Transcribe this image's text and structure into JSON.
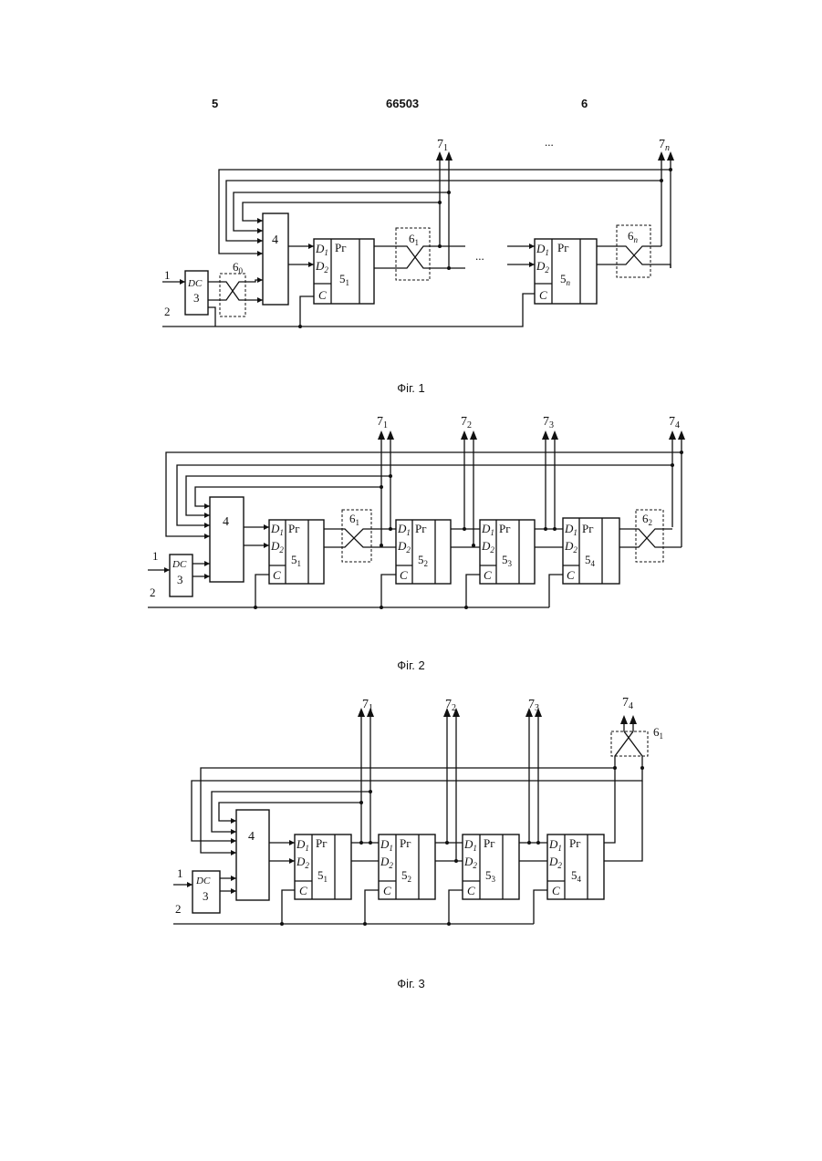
{
  "header": {
    "left": "5",
    "center": "66503",
    "right": "6"
  },
  "fig1": {
    "caption": "Фіг. 1",
    "block4": "4",
    "dc_top": "DC",
    "dc_num": "3",
    "in1": "1",
    "in2": "2",
    "sw0": "6",
    "sw0_sub": "0",
    "sw1": "6",
    "sw1_sub": "1",
    "swn": "6",
    "swn_sub": "n",
    "reg1": {
      "d1": "D",
      "d1_sub": "1",
      "d2": "D",
      "d2_sub": "2",
      "c": "C",
      "rg": "Рг",
      "num": "5",
      "num_sub": "1"
    },
    "regn": {
      "d1": "D",
      "d1_sub": "1",
      "d2": "D",
      "d2_sub": "2",
      "c": "C",
      "rg": "Рг",
      "num": "5",
      "num_sub": "n"
    },
    "out1": "7",
    "out1_sub": "1",
    "outn": "7",
    "outn_sub": "n",
    "dots_top": "...",
    "dots_mid": "..."
  },
  "fig2": {
    "caption": "Фіг. 2",
    "block4": "4",
    "dc_top": "DC",
    "dc_num": "3",
    "in1": "1",
    "in2": "2",
    "sw1": "6",
    "sw1_sub": "1",
    "sw2": "6",
    "sw2_sub": "2",
    "regs": [
      {
        "d1": "D",
        "d1_sub": "1",
        "d2": "D",
        "d2_sub": "2",
        "c": "C",
        "rg": "Рг",
        "num": "5",
        "num_sub": "1"
      },
      {
        "d1": "D",
        "d1_sub": "1",
        "d2": "D",
        "d2_sub": "2",
        "c": "C",
        "rg": "Рг",
        "num": "5",
        "num_sub": "2"
      },
      {
        "d1": "D",
        "d1_sub": "1",
        "d2": "D",
        "d2_sub": "2",
        "c": "C",
        "rg": "Рг",
        "num": "5",
        "num_sub": "3"
      },
      {
        "d1": "D",
        "d1_sub": "1",
        "d2": "D",
        "d2_sub": "2",
        "c": "C",
        "rg": "Рг",
        "num": "5",
        "num_sub": "4"
      }
    ],
    "outs": [
      {
        "n": "7",
        "sub": "1"
      },
      {
        "n": "7",
        "sub": "2"
      },
      {
        "n": "7",
        "sub": "3"
      },
      {
        "n": "7",
        "sub": "4"
      }
    ]
  },
  "fig3": {
    "caption": "Фіг. 3",
    "block4": "4",
    "dc_top": "DC",
    "dc_num": "3",
    "in1": "1",
    "in2": "2",
    "sw1": "6",
    "sw1_sub": "1",
    "regs": [
      {
        "d1": "D",
        "d1_sub": "1",
        "d2": "D",
        "d2_sub": "2",
        "c": "C",
        "rg": "Рг",
        "num": "5",
        "num_sub": "1"
      },
      {
        "d1": "D",
        "d1_sub": "1",
        "d2": "D",
        "d2_sub": "2",
        "c": "C",
        "rg": "Рг",
        "num": "5",
        "num_sub": "2"
      },
      {
        "d1": "D",
        "d1_sub": "1",
        "d2": "D",
        "d2_sub": "2",
        "c": "C",
        "rg": "Рг",
        "num": "5",
        "num_sub": "3"
      },
      {
        "d1": "D",
        "d1_sub": "1",
        "d2": "D",
        "d2_sub": "2",
        "c": "C",
        "rg": "Рг",
        "num": "5",
        "num_sub": "4"
      }
    ],
    "outs": [
      {
        "n": "7",
        "sub": "1"
      },
      {
        "n": "7",
        "sub": "2"
      },
      {
        "n": "7",
        "sub": "3"
      },
      {
        "n": "7",
        "sub": "4"
      }
    ]
  }
}
